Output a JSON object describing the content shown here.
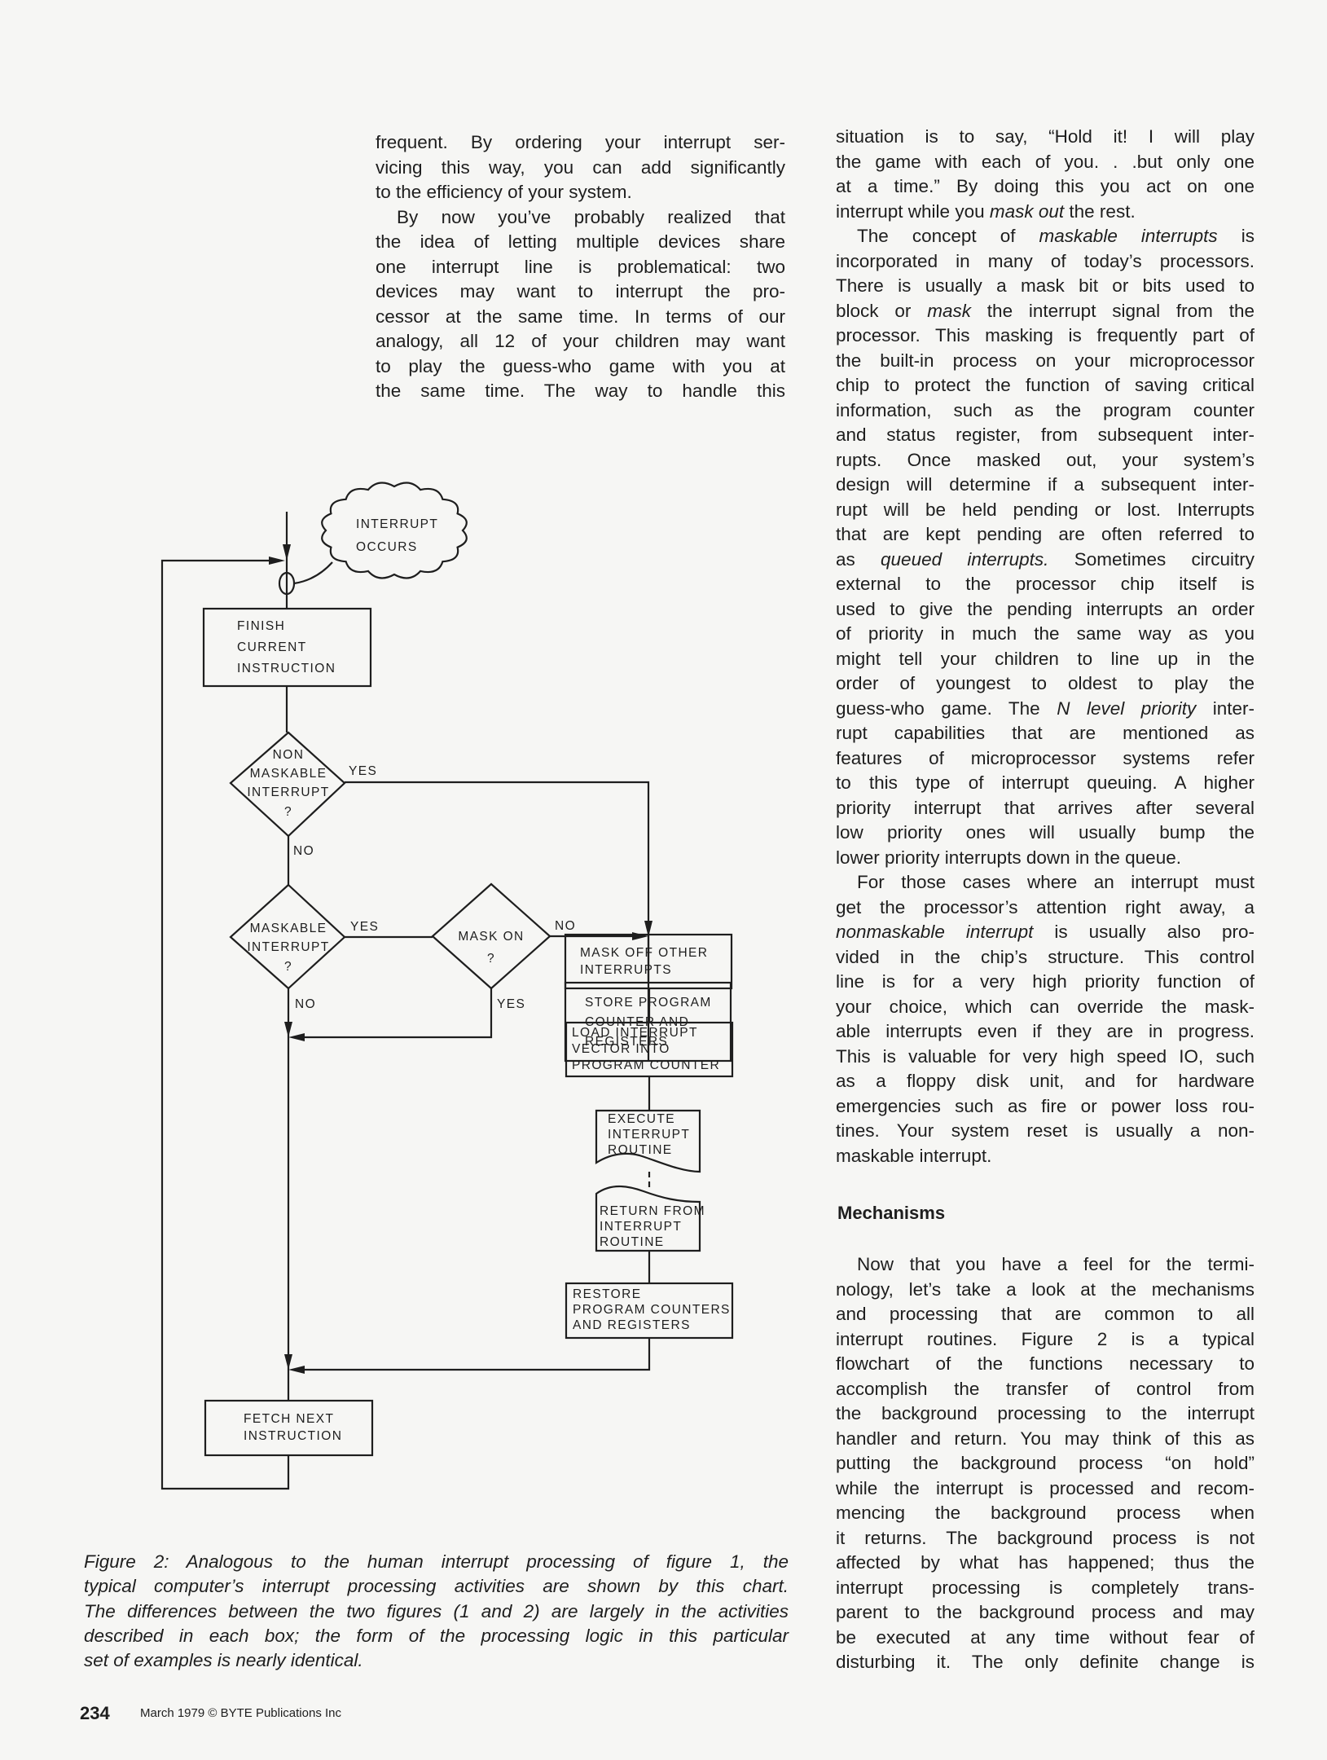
{
  "left_column": [
    {
      "indent": false,
      "lines": [
        [
          "frequent. By ordering your interrupt ser-"
        ],
        [
          "vicing this way, you can add significantly"
        ],
        [
          "to the efficiency of your system."
        ]
      ]
    },
    {
      "indent": true,
      "continues": true,
      "lines": [
        [
          "By now you’ve probably realized that"
        ],
        [
          "the idea of letting multiple devices share"
        ],
        [
          "one interrupt line is problematical: two"
        ],
        [
          "devices may want to interrupt the pro-"
        ],
        [
          "cessor at the same time. In terms of our"
        ],
        [
          "analogy, all 12 of your children may want"
        ],
        [
          "to play the guess-who game with you at"
        ],
        [
          "the same time. The way to handle this"
        ]
      ]
    }
  ],
  "right_column": [
    {
      "indent": false,
      "lines": [
        [
          "situation is to say, “Hold it! I will play"
        ],
        [
          "the game with each of you. . .but only one"
        ],
        [
          "at a time.” By doing this you act on one"
        ],
        [
          "interrupt while you ",
          {
            "i": "mask out"
          },
          " the rest."
        ]
      ]
    },
    {
      "indent": true,
      "lines": [
        [
          "The concept of ",
          {
            "i": "maskable interrupts"
          },
          " is"
        ],
        [
          "incorporated in many of today’s processors."
        ],
        [
          "There is usually a mask bit or bits used to"
        ],
        [
          "block or ",
          {
            "i": "mask"
          },
          " the interrupt signal from the"
        ],
        [
          "processor. This masking is frequently part of"
        ],
        [
          "the built-in process on your microprocessor"
        ],
        [
          "chip to protect the function of saving critical"
        ],
        [
          "information, such as the program counter"
        ],
        [
          "and status register, from subsequent inter-"
        ],
        [
          "rupts. Once masked out, your system’s"
        ],
        [
          "design will determine if a subsequent inter-"
        ],
        [
          "rupt will be held pending or lost. Interrupts"
        ],
        [
          "that are kept pending are often referred to"
        ],
        [
          "as ",
          {
            "i": "queued interrupts."
          },
          " Sometimes circuitry"
        ],
        [
          "external to the processor chip itself is"
        ],
        [
          "used to give the pending interrupts an order"
        ],
        [
          "of priority in much the same way as you"
        ],
        [
          "might tell your children to line up in the"
        ],
        [
          "order of youngest to oldest to play the"
        ],
        [
          "guess-who game. The ",
          {
            "i": "N level priority"
          },
          " inter-"
        ],
        [
          "rupt capabilities that are mentioned as"
        ],
        [
          "features of microprocessor systems refer"
        ],
        [
          "to this type of interrupt queuing. A higher"
        ],
        [
          "priority interrupt that arrives after several"
        ],
        [
          "low priority ones will usually bump the"
        ],
        [
          "lower priority interrupts down in the queue."
        ]
      ]
    },
    {
      "indent": true,
      "lines": [
        [
          "For those cases where an interrupt must"
        ],
        [
          "get the processor’s attention right away, a"
        ],
        [
          {
            "i": "nonmaskable interrupt"
          },
          " is usually also pro-"
        ],
        [
          "vided in the chip’s structure. This control"
        ],
        [
          "line is for a very high priority function of"
        ],
        [
          "your choice, which can override the mask-"
        ],
        [
          "able interrupts even if they are in progress."
        ],
        [
          "This is valuable for very high speed IO, such"
        ],
        [
          "as a floppy disk unit, and for hardware"
        ],
        [
          "emergencies such as fire or power loss rou-"
        ],
        [
          "tines. Your system reset is usually a non-"
        ],
        [
          "maskable interrupt."
        ]
      ]
    }
  ],
  "section_heading": "Mechanisms",
  "right_column_2": [
    {
      "indent": true,
      "continues": true,
      "lines": [
        [
          "Now that you have a feel for the termi-"
        ],
        [
          "nology, let’s take a look at the mechanisms"
        ],
        [
          "and processing that are common to all"
        ],
        [
          "interrupt routines. Figure 2 is a typical"
        ],
        [
          "flowchart of the functions necessary to"
        ],
        [
          "accomplish the transfer of control from"
        ],
        [
          "the background processing to the interrupt"
        ],
        [
          "handler and return. You may think of this as"
        ],
        [
          "putting the background process “on hold”"
        ],
        [
          "while the interrupt is processed and recom-"
        ],
        [
          "mencing the background process when"
        ],
        [
          "it returns. The background process is not"
        ],
        [
          "affected by what has happened; thus the"
        ],
        [
          "interrupt processing is completely trans-"
        ],
        [
          "parent to the background process and may"
        ],
        [
          "be executed at any time without fear of"
        ],
        [
          "disturbing it. The only definite change is"
        ]
      ]
    }
  ],
  "caption": [
    {
      "indent": false,
      "lines": [
        [
          "Figure 2: Analogous to the human interrupt processing of figure 1, the"
        ],
        [
          "typical computer’s interrupt processing activities are shown by this chart."
        ],
        [
          "The differences between the two figures (1 and 2) are largely in the activities"
        ],
        [
          "described in each box; the form of the processing logic in this particular"
        ],
        [
          "set of examples is nearly identical."
        ]
      ]
    }
  ],
  "flowchart": {
    "cloud": [
      "INTERRUPT",
      "OCCURS"
    ],
    "finish": [
      "FINISH",
      "CURRENT",
      "INSTRUCTION"
    ],
    "nmi_decision": [
      "NON",
      "MASKABLE",
      "INTERRUPT",
      "?"
    ],
    "maskable_decision": [
      "MASKABLE",
      "INTERRUPT",
      "?"
    ],
    "mask_on_decision": [
      "MASK ON",
      "?"
    ],
    "store": [
      "STORE PROGRAM",
      "COUNTER AND",
      "REGISTERS"
    ],
    "mask_off": [
      "MASK OFF OTHER",
      "INTERRUPTS"
    ],
    "load": [
      "LOAD INTERRUPT",
      "VECTOR INTO",
      "PROGRAM COUNTER"
    ],
    "execute": [
      "EXECUTE",
      "INTERRUPT",
      "ROUTINE"
    ],
    "return": [
      "RETURN FROM",
      "INTERRUPT",
      "ROUTINE"
    ],
    "restore": [
      "RESTORE",
      "PROGRAM COUNTERS",
      "AND REGISTERS"
    ],
    "fetch": [
      "FETCH NEXT",
      "INSTRUCTION"
    ],
    "yes": "YES",
    "no": "NO"
  },
  "footer": {
    "page_number": "234",
    "text": "March 1979 © BYTE Publications Inc"
  }
}
